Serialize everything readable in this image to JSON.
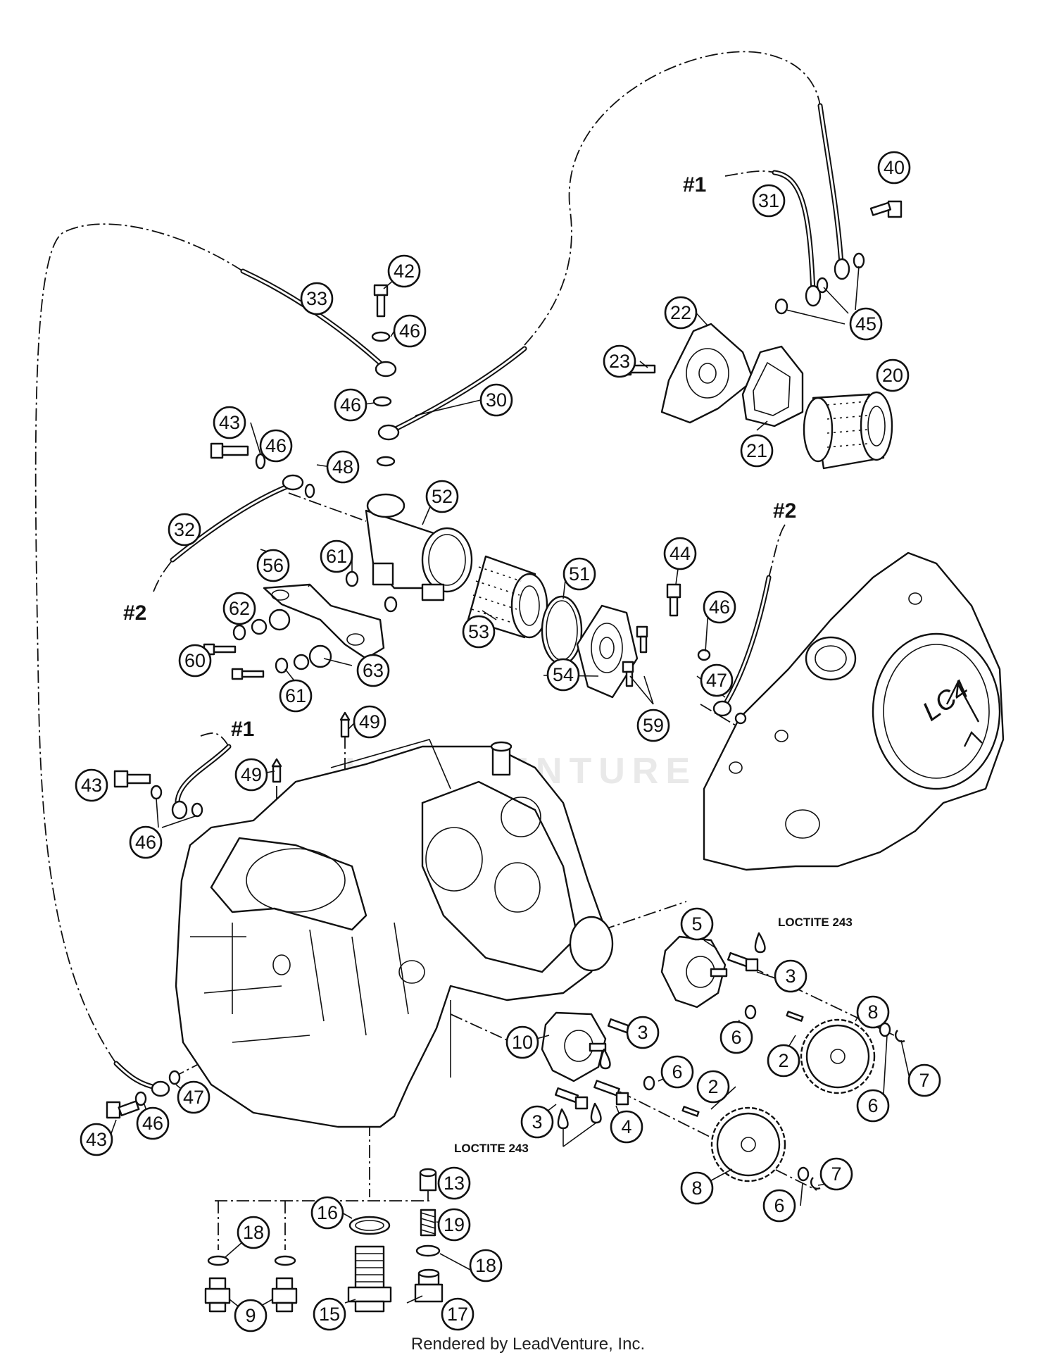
{
  "diagram": {
    "callouts": [
      {
        "id": "c42",
        "label": "42"
      },
      {
        "id": "c33",
        "label": "33"
      },
      {
        "id": "c46a",
        "label": "46"
      },
      {
        "id": "c46b",
        "label": "46"
      },
      {
        "id": "c30",
        "label": "30"
      },
      {
        "id": "c43a",
        "label": "43"
      },
      {
        "id": "c46c",
        "label": "46"
      },
      {
        "id": "c48",
        "label": "48"
      },
      {
        "id": "c52",
        "label": "52"
      },
      {
        "id": "c32",
        "label": "32"
      },
      {
        "id": "c56",
        "label": "56"
      },
      {
        "id": "c61a",
        "label": "61"
      },
      {
        "id": "c51",
        "label": "51"
      },
      {
        "id": "c62",
        "label": "62"
      },
      {
        "id": "c53",
        "label": "53"
      },
      {
        "id": "c60",
        "label": "60"
      },
      {
        "id": "c61b",
        "label": "61"
      },
      {
        "id": "c63",
        "label": "63"
      },
      {
        "id": "c54",
        "label": "54"
      },
      {
        "id": "c59",
        "label": "59"
      },
      {
        "id": "c49a",
        "label": "49"
      },
      {
        "id": "c49b",
        "label": "49"
      },
      {
        "id": "c43b",
        "label": "43"
      },
      {
        "id": "c46d",
        "label": "46"
      },
      {
        "id": "c31",
        "label": "31"
      },
      {
        "id": "c40",
        "label": "40"
      },
      {
        "id": "c45",
        "label": "45"
      },
      {
        "id": "c22",
        "label": "22"
      },
      {
        "id": "c23",
        "label": "23"
      },
      {
        "id": "c20",
        "label": "20"
      },
      {
        "id": "c21",
        "label": "21"
      },
      {
        "id": "c44",
        "label": "44"
      },
      {
        "id": "c46e",
        "label": "46"
      },
      {
        "id": "c47a",
        "label": "47"
      },
      {
        "id": "c5",
        "label": "5"
      },
      {
        "id": "c3a",
        "label": "3"
      },
      {
        "id": "c8a",
        "label": "8"
      },
      {
        "id": "c6a",
        "label": "6"
      },
      {
        "id": "c2a",
        "label": "2"
      },
      {
        "id": "c3b",
        "label": "3"
      },
      {
        "id": "c10",
        "label": "10"
      },
      {
        "id": "c6b",
        "label": "6"
      },
      {
        "id": "c2b",
        "label": "2"
      },
      {
        "id": "c7a",
        "label": "7"
      },
      {
        "id": "c6c",
        "label": "6"
      },
      {
        "id": "c3c",
        "label": "3"
      },
      {
        "id": "c4",
        "label": "4"
      },
      {
        "id": "c8b",
        "label": "8"
      },
      {
        "id": "c6d",
        "label": "6"
      },
      {
        "id": "c7b",
        "label": "7"
      },
      {
        "id": "c47b",
        "label": "47"
      },
      {
        "id": "c46f",
        "label": "46"
      },
      {
        "id": "c43c",
        "label": "43"
      },
      {
        "id": "c13",
        "label": "13"
      },
      {
        "id": "c18a",
        "label": "18"
      },
      {
        "id": "c16",
        "label": "16"
      },
      {
        "id": "c19",
        "label": "19"
      },
      {
        "id": "c18b",
        "label": "18"
      },
      {
        "id": "c9",
        "label": "9"
      },
      {
        "id": "c15",
        "label": "15"
      },
      {
        "id": "c17",
        "label": "17"
      }
    ],
    "refs": [
      {
        "id": "r1a",
        "label": "#1"
      },
      {
        "id": "r2a",
        "label": "#2"
      },
      {
        "id": "r2b",
        "label": "#2"
      },
      {
        "id": "r1b",
        "label": "#1"
      }
    ],
    "notes": [
      {
        "id": "n1",
        "label": "LOCTITE 243"
      },
      {
        "id": "n2",
        "label": "LOCTITE 243"
      }
    ],
    "cover_mark": "LC4"
  },
  "watermark": "LEADVENTURE",
  "footer": "Rendered by LeadVenture, Inc."
}
